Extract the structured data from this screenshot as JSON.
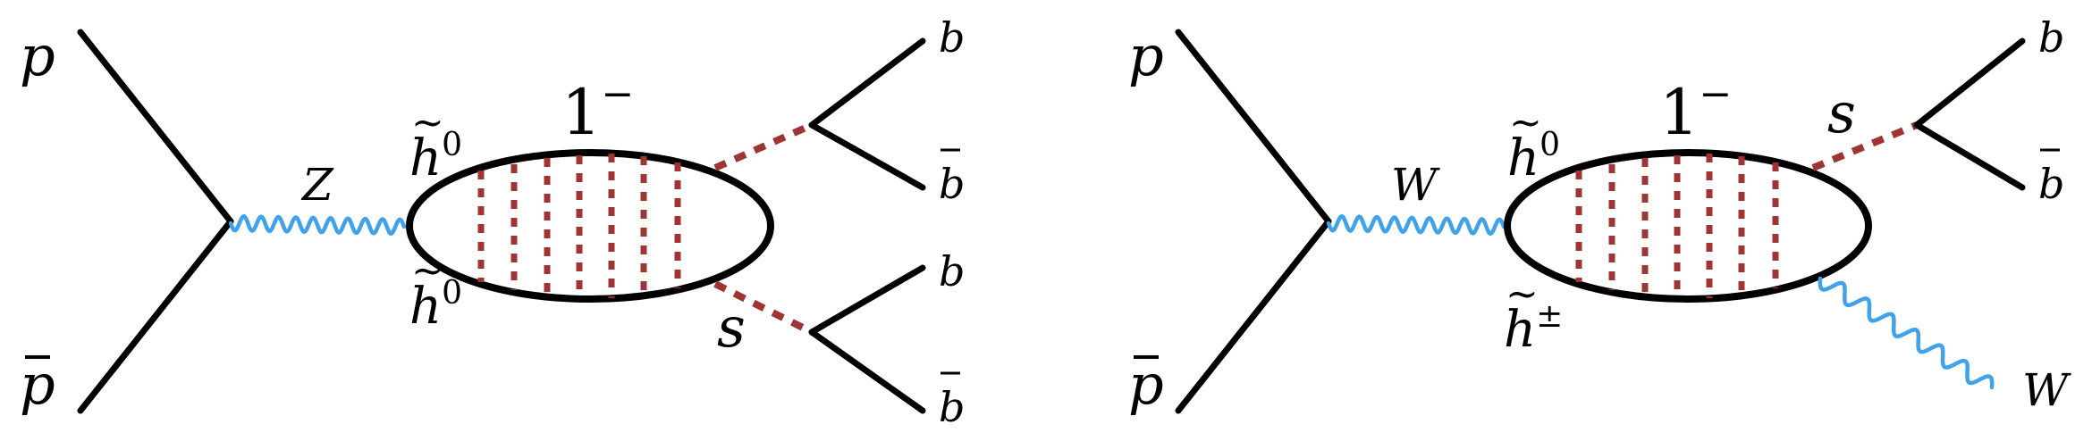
{
  "colors": {
    "fermion": "#000000",
    "boson": "#3fa2ea",
    "scalar": "#9e3434",
    "background": "#ffffff"
  },
  "left_diagram": {
    "proton": "p",
    "antiproton": "p",
    "boson": "Z",
    "bound_state": "1",
    "bound_state_sup": "−",
    "higgsino_top": "h",
    "higgsino_top_sup": "0",
    "higgsino_bottom": "h",
    "higgsino_bottom_sup": "0",
    "scalar_lower": "s",
    "quark_top_1": "b",
    "quark_top_2": "b",
    "quark_bottom_1": "b",
    "quark_bottom_2": "b"
  },
  "right_diagram": {
    "proton": "p",
    "antiproton": "p",
    "boson": "W",
    "bound_state": "1",
    "bound_state_sup": "−",
    "higgsino_top": "h",
    "higgsino_top_sup": "0",
    "higgsino_bottom": "h",
    "higgsino_bottom_sup": "±",
    "scalar_upper": "s",
    "quark_top_1": "b",
    "quark_top_2": "b",
    "outgoing_boson": "W"
  }
}
